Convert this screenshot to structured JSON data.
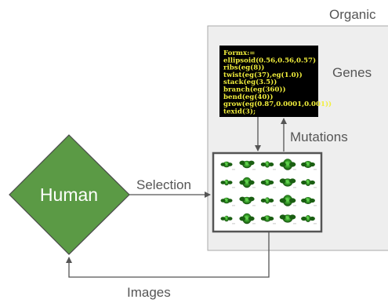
{
  "labels": {
    "organic": "Organic",
    "genes": "Genes",
    "mutations": "Mutations",
    "selection": "Selection",
    "images": "Images",
    "human": "Human"
  },
  "code_lines": [
    "Formx:=",
    "ellipsoid(0.56,0.56,0.57)",
    "ribs(eg(8))",
    "twist(eg(37),eg(1.0))",
    "stack(eg(3.5))",
    "branch(eg(360))",
    "bend(eg(40))",
    "grow(eg(0.87,0.0001,0.001))",
    "texid(3);"
  ],
  "colors": {
    "organic_panel": "#eeeeee",
    "organic_border": "#aaaaaa",
    "human_fill": "#5b9a45",
    "human_border": "#4a4a4a",
    "code_bg": "#000000",
    "code_text": "#f2ef3c",
    "image_frame": "#555555",
    "arrow": "#555555",
    "creature_dark": "#1a5e12",
    "creature_light": "#5fd14a"
  },
  "thumbnails": {
    "rows": 4,
    "cols": 5
  }
}
